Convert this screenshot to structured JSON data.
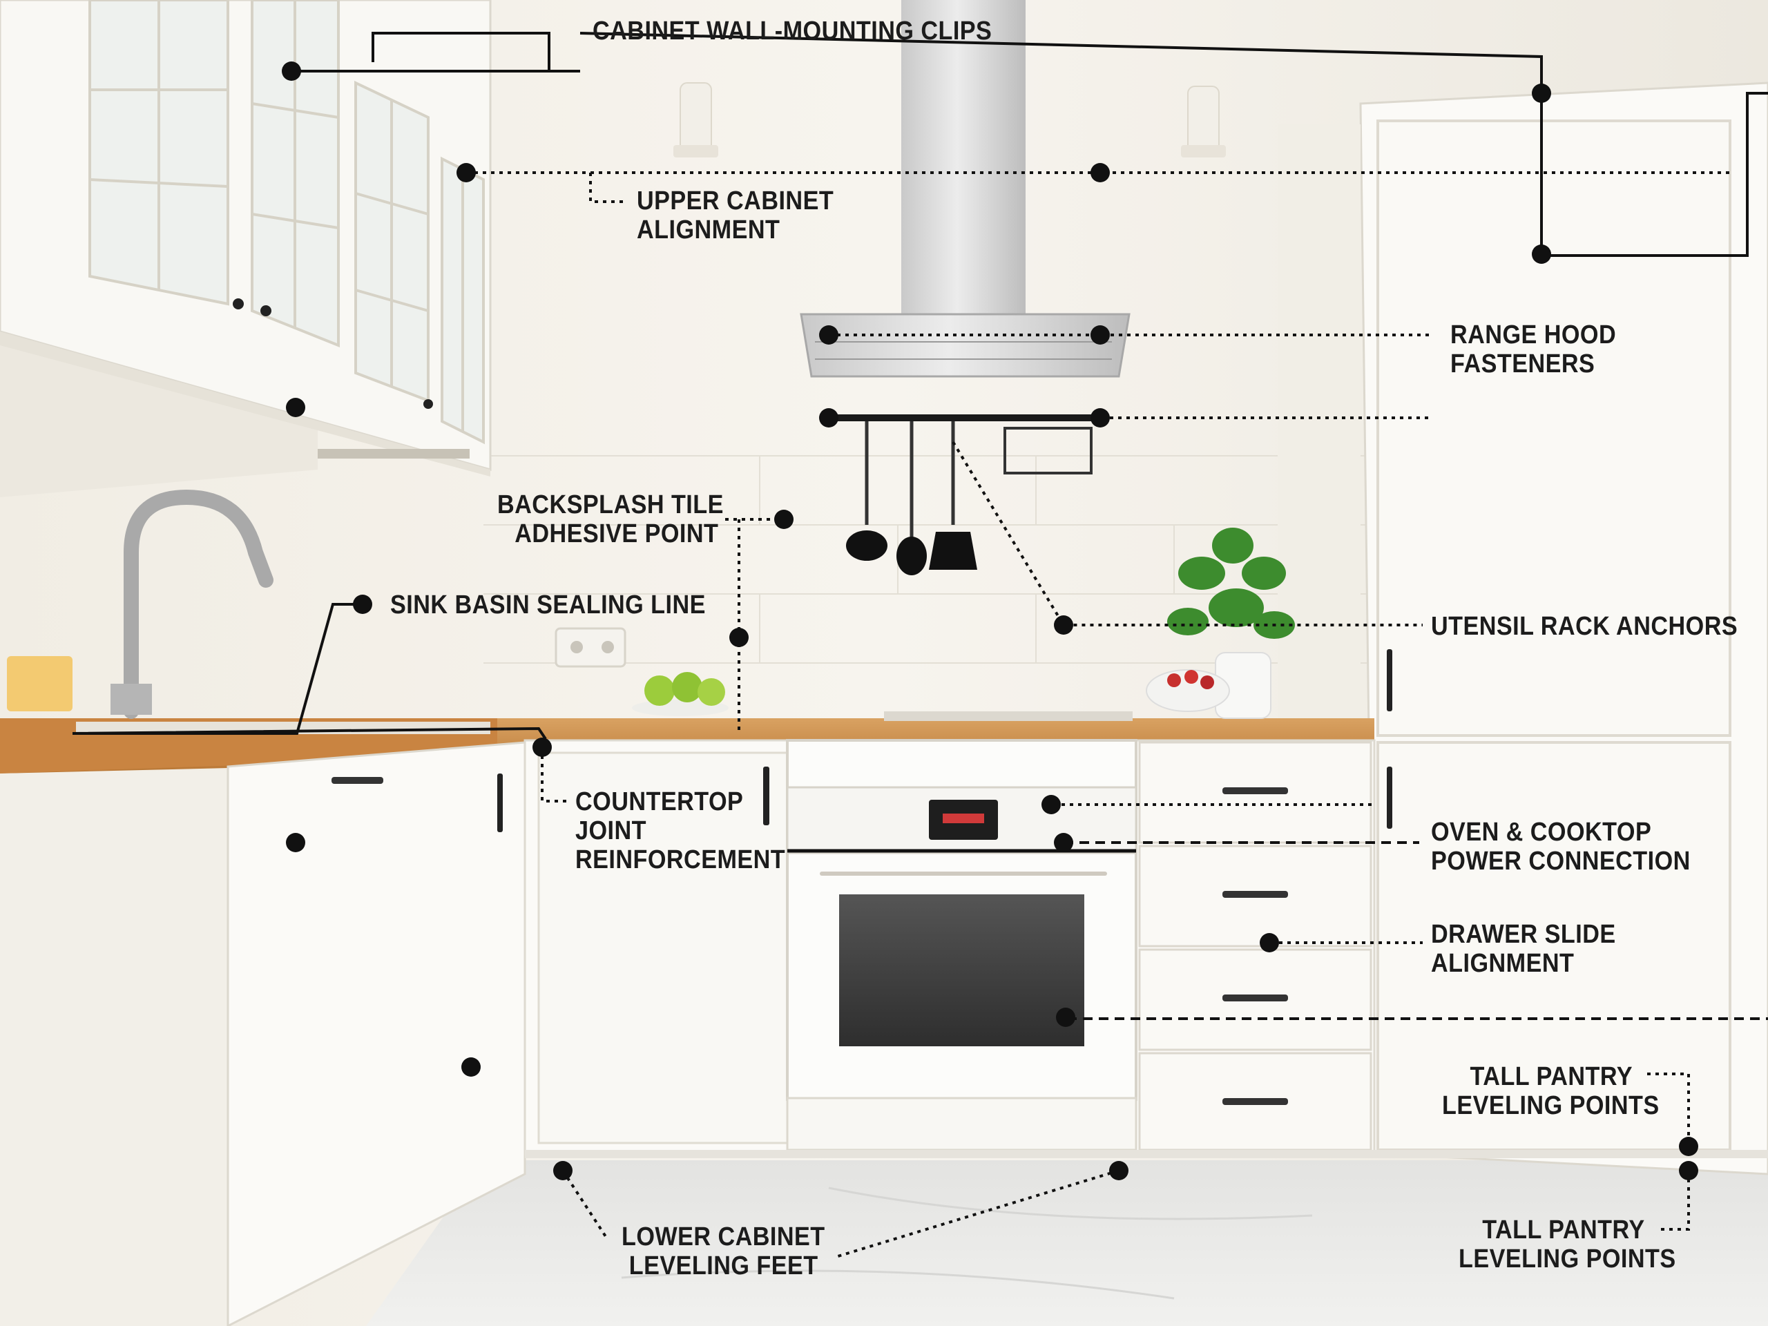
{
  "labels": {
    "cabinet_clips": "CABINET WALL-MOUNTING CLIPS",
    "upper_alignment": [
      "UPPER CABINET",
      "ALIGNMENT"
    ],
    "range_hood": [
      "RANGE HOOD",
      "FASTENERS"
    ],
    "backsplash": [
      "BACKSPLASH TILE",
      "ADHESIVE POINT"
    ],
    "sink_sealing": "SINK BASIN SEALING LINE",
    "utensil_rack": "UTENSIL RACK ANCHORS",
    "countertop_joint": [
      "COUNTERTOP",
      "JOINT",
      "REINFORCEMENT"
    ],
    "oven_power": [
      "OVEN & COOKTOP",
      "POWER CONNECTION"
    ],
    "drawer_slide": [
      "DRAWER SLIDE",
      "ALIGNMENT"
    ],
    "tall_pantry_upper": [
      "TALL PANTRY",
      "LEVELING POINTS"
    ],
    "tall_pantry_lower": [
      "TALL PANTRY",
      "LEVELING POINTS"
    ],
    "lower_feet": [
      "LOWER CABINET",
      "LEVELING FEET"
    ]
  },
  "colors": {
    "wall": "#f4f1ea",
    "cabinet": "#fbfaf6",
    "countertop": "#c98a45",
    "annotation": "#111111",
    "floor": "#e7e7e5"
  }
}
